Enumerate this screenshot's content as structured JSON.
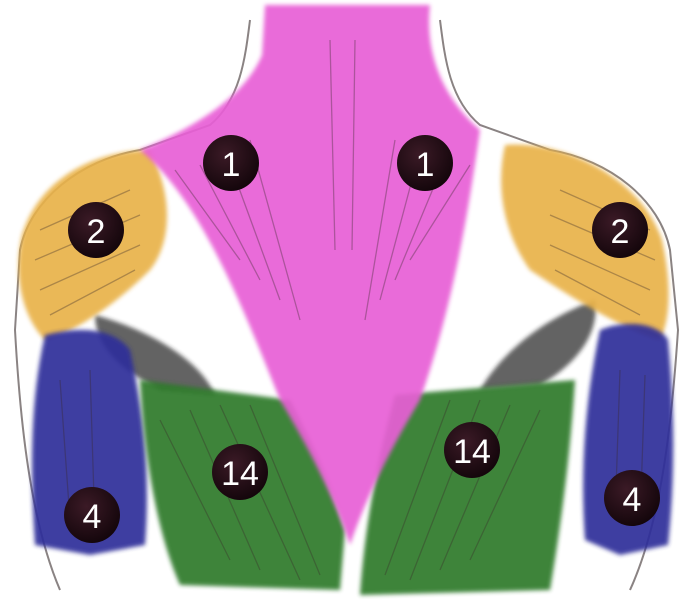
{
  "labels": {
    "trapezius_left": "1",
    "trapezius_right": "1",
    "deltoid_left": "2",
    "deltoid_right": "2",
    "triceps_left": "4",
    "triceps_right": "4",
    "latissimus_left": "14",
    "latissimus_right": "14"
  },
  "colors": {
    "trapezius": "#e85fd6",
    "deltoid": "#e9b24a",
    "triceps": "#2e2f9a",
    "latissimus": "#2f7a2a",
    "badge": "#1f0a12",
    "outline": "#2a1e1e",
    "background": "#ffffff"
  }
}
